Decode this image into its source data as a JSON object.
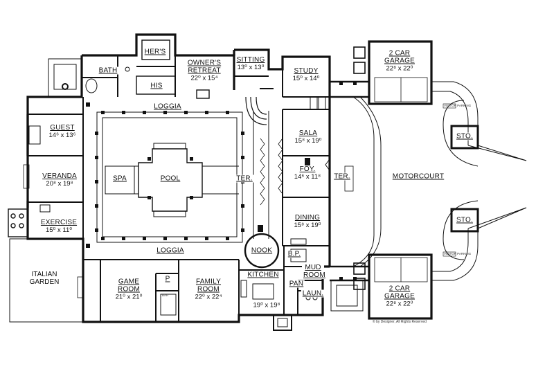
{
  "rooms": {
    "hers": {
      "name": "HER'S",
      "dims": ""
    },
    "bath": {
      "name": "BATH",
      "dims": ""
    },
    "his": {
      "name": "HIS",
      "dims": ""
    },
    "owners_retreat": {
      "name": "OWNER'S RETREAT",
      "dims": "22⁰ x 15⁴"
    },
    "sitting": {
      "name": "SITTING",
      "dims": "13⁰ x 13⁰"
    },
    "study": {
      "name": "STUDY",
      "dims": "15⁰ x 14⁰"
    },
    "garage_top": {
      "name": "2 CAR GARAGE",
      "dims": "22⁸ x 22⁰"
    },
    "loggia_top": {
      "name": "LOGGIA",
      "dims": ""
    },
    "guest": {
      "name": "GUEST",
      "dims": "14⁶ x 13⁶"
    },
    "sala": {
      "name": "SALA",
      "dims": "15⁸ x 19⁰"
    },
    "sto_top": {
      "name": "STO.",
      "dims": ""
    },
    "veranda": {
      "name": "VERANDA",
      "dims": "20⁸ x 19⁸"
    },
    "spa": {
      "name": "SPA",
      "dims": ""
    },
    "pool": {
      "name": "POOL",
      "dims": ""
    },
    "ter_left": {
      "name": "TER.",
      "dims": ""
    },
    "foy": {
      "name": "FOY.",
      "dims": "14⁶ x 11⁸"
    },
    "ter_right": {
      "name": "TER.",
      "dims": ""
    },
    "motorcourt": {
      "name": "MOTORCOURT",
      "dims": ""
    },
    "exercise": {
      "name": "EXERCISE",
      "dims": "15⁰ x 11⁰"
    },
    "dining": {
      "name": "DINING",
      "dims": "15⁸ x 19⁰"
    },
    "sto_bottom": {
      "name": "STO.",
      "dims": ""
    },
    "loggia_bottom": {
      "name": "LOGGIA",
      "dims": ""
    },
    "nook": {
      "name": "NOOK",
      "dims": ""
    },
    "bp": {
      "name": "B.P.",
      "dims": ""
    },
    "mud_room": {
      "name": "MUD ROOM",
      "dims": ""
    },
    "italian_garden": {
      "name": "ITALIAN GARDEN",
      "dims": ""
    },
    "game_room": {
      "name": "GAME ROOM",
      "dims": "21⁰ x 21⁰"
    },
    "powder": {
      "name": "P",
      "dims": ""
    },
    "family_room": {
      "name": "FAMILY ROOM",
      "dims": "22⁰ x 22⁴"
    },
    "kitchen": {
      "name": "KITCHEN",
      "dims": "19⁰ x 19⁸"
    },
    "pan": {
      "name": "PAN",
      "dims": ""
    },
    "laun": {
      "name": "LAUN.",
      "dims": ""
    },
    "garage_bottom": {
      "name": "2 CAR GARAGE",
      "dims": "22⁸ x 22⁰"
    }
  },
  "small_text": {
    "bar": "BAR",
    "visitor_parking_top": "VISITOR PARKING",
    "visitor_parking_bottom": "VISITOR PARKING",
    "copyright": "© by Designer, All Rights Reserved"
  }
}
